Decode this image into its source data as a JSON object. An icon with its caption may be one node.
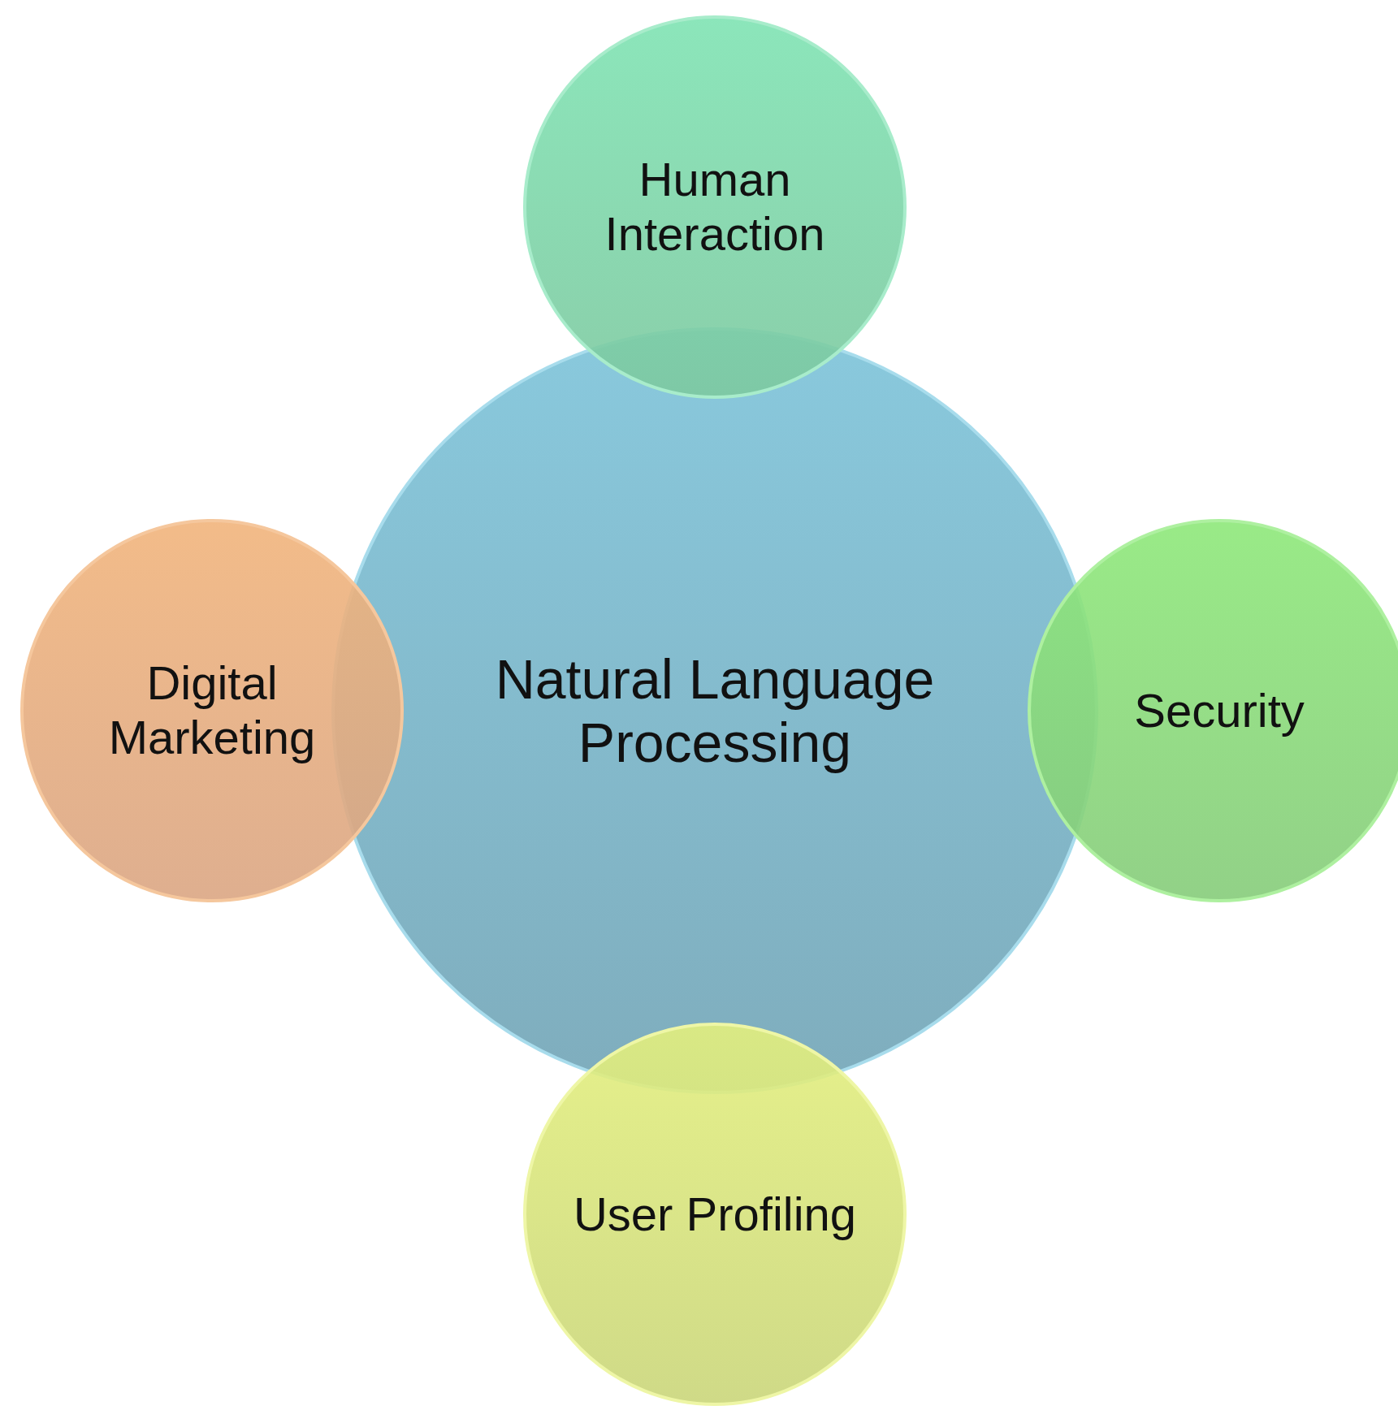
{
  "diagram": {
    "nodes": [
      {
        "text": [
          "Human Interaction"
        ]
      },
      {
        "text": [
          "Digital Marketing"
        ]
      },
      {
        "text": [
          "Natural Language Processing"
        ]
      },
      {
        "text": [
          "Security"
        ]
      },
      {
        "text": [
          "User Profiling"
        ]
      }
    ]
  }
}
